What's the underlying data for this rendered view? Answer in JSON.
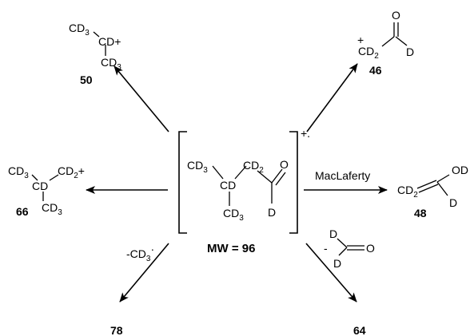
{
  "central": {
    "cd3_top": "CD",
    "cd3_top_sub": "3",
    "cd2": "CD",
    "cd2_sub": "2",
    "cd": "CD",
    "o": "O",
    "cd3_bottom": "CD",
    "cd3_bottom_sub": "3",
    "d": "D",
    "charge": "+.",
    "mw": "MW = 96"
  },
  "frag50": {
    "cd3_a": "CD",
    "cd3_a_sub": "3",
    "cd_plus": "CD+",
    "cd3_b": "CD",
    "cd3_b_sub": "3",
    "number": "50"
  },
  "frag46": {
    "plus": "+",
    "cd2": "CD",
    "cd2_sub": "2",
    "o": "O",
    "d": "D",
    "number": "46"
  },
  "frag66": {
    "cd3_a": "CD",
    "cd3_a_sub": "3",
    "cd2": "CD",
    "cd2_sub": "2",
    "plus": "+",
    "cd": "CD",
    "cd3_b": "CD",
    "cd3_b_sub": "3",
    "number": "66"
  },
  "frag48": {
    "reaction_label": "MacLaferty",
    "cd2": "CD",
    "cd2_sub": "2",
    "od": "OD",
    "d": "D",
    "number": "48"
  },
  "loss78": {
    "label": "-CD",
    "label_sub": "3",
    "label_sup": "·",
    "number": "78"
  },
  "loss64": {
    "minus": "-",
    "d_top": "D",
    "o": "O",
    "d_bottom": "D",
    "number": "64"
  }
}
